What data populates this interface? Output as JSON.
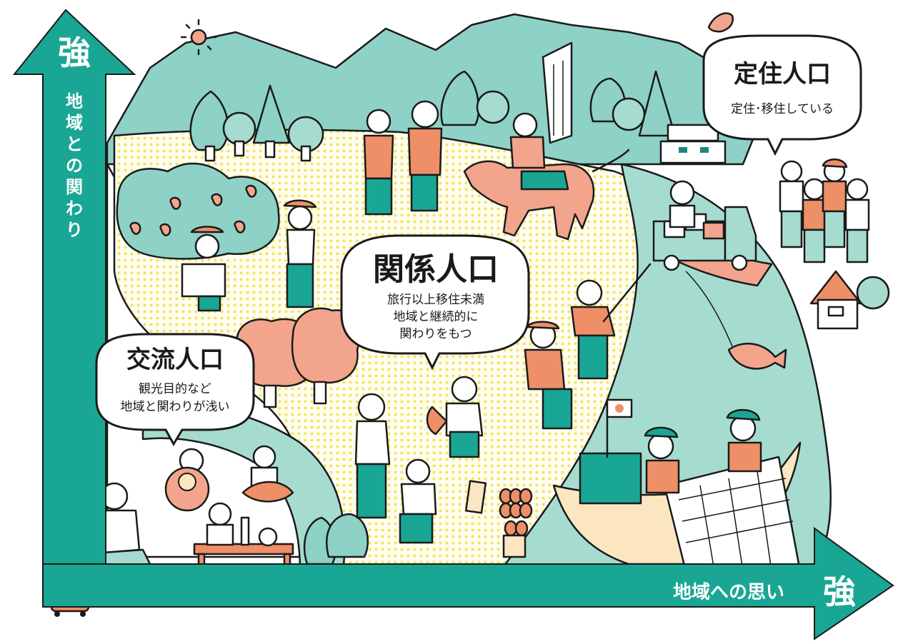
{
  "colors": {
    "teal_dark": "#1aa694",
    "teal_light": "#8ed1c6",
    "mint": "#a6dccf",
    "salmon": "#f2a58c",
    "orange": "#ee8f67",
    "yellow_dots": "#f5e96a",
    "cream": "#fbe6c1",
    "ink": "#1a1a1a"
  },
  "axes": {
    "vertical": {
      "end_label": "強",
      "caption": [
        "地",
        "域",
        "と",
        "の",
        "関",
        "わ",
        "り"
      ]
    },
    "horizontal": {
      "caption": "地域への思い",
      "end_label": "強"
    }
  },
  "bubbles": {
    "settled": {
      "title": "定住人口",
      "lines": [
        "定住･移住している"
      ]
    },
    "related": {
      "title": "関係人口",
      "lines": [
        "旅行以上移住未満",
        "地域と継続的に",
        "関わりをもつ"
      ]
    },
    "exchange": {
      "title": "交流人口",
      "lines": [
        "観光目的など",
        "地域と関わりが浅い"
      ]
    }
  },
  "icons": [
    "sun-icon",
    "bird-icon",
    "mountain-icon",
    "tree-icon",
    "house-icon",
    "truck-icon",
    "boat-icon",
    "fish-icon",
    "suitcase-icon",
    "strawberry-icon",
    "horse-icon",
    "flag-icon"
  ]
}
